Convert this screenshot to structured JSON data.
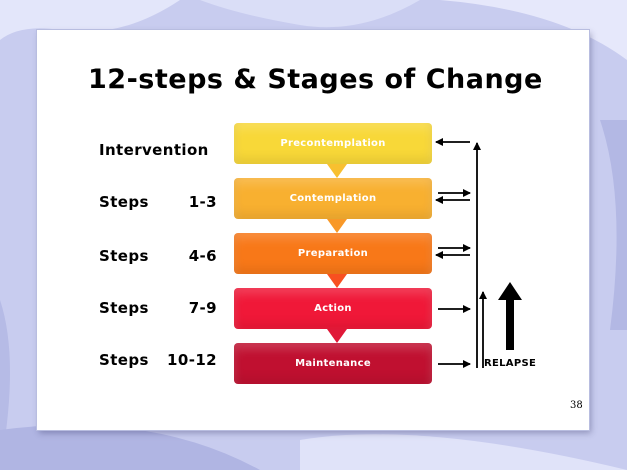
{
  "slide": {
    "title": "12-steps & Stages of Change",
    "page_number": "38",
    "rows": [
      {
        "label": "Intervention"
      },
      {
        "label_word": "Steps",
        "label_range": "1-3"
      },
      {
        "label_word": "Steps",
        "label_range": "4-6"
      },
      {
        "label_word": "Steps",
        "label_range": "7-9"
      },
      {
        "label_word": "Steps",
        "label_range": "10-12"
      }
    ],
    "stages": [
      {
        "label": "Precontemplation",
        "color": "#f8d838"
      },
      {
        "label": "Contemplation",
        "color": "#f8b030"
      },
      {
        "label": "Preparation",
        "color": "#f87818"
      },
      {
        "label": "Action",
        "color": "#f01838"
      },
      {
        "label": "Maintenance",
        "color": "#c01030"
      }
    ],
    "relapse_label": "RELAPSE"
  }
}
